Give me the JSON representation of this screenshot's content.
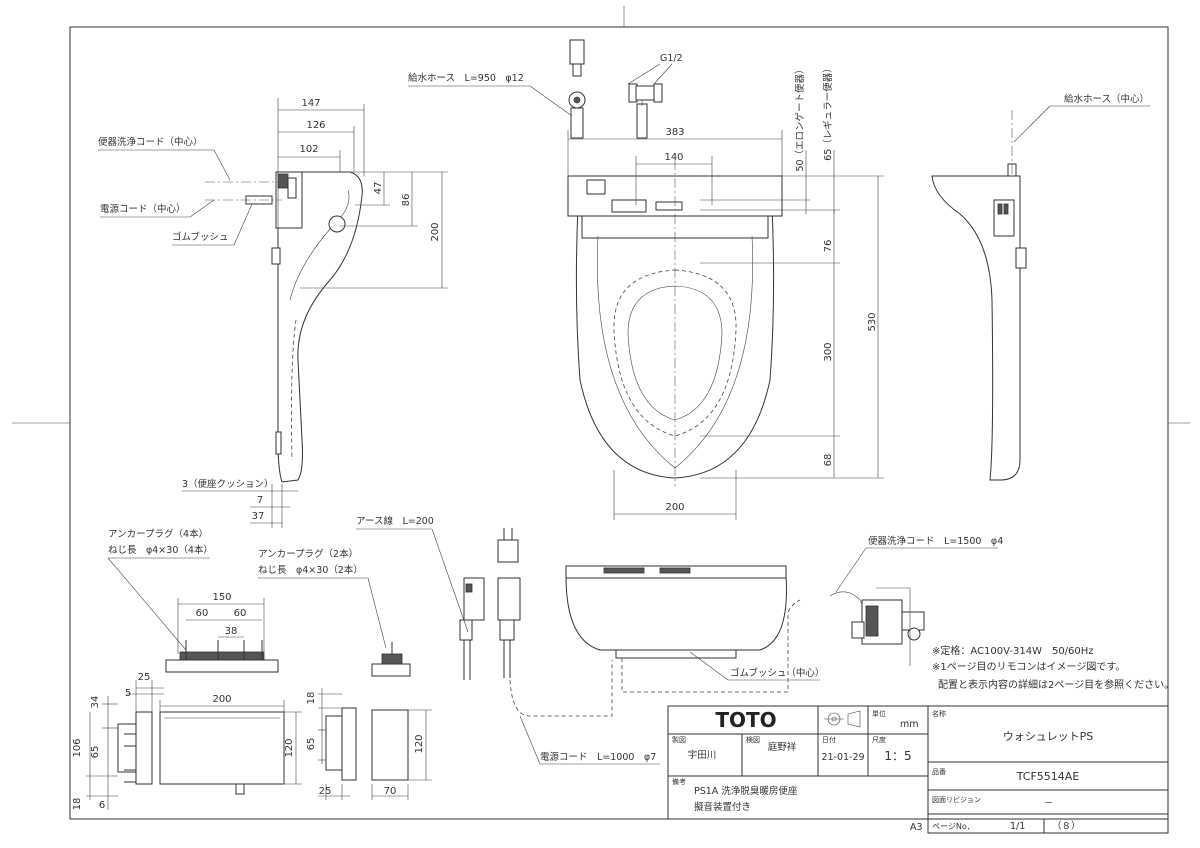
{
  "side_view_left": {
    "dims": {
      "d147": "147",
      "d126": "126",
      "d102": "102",
      "d47": "47",
      "d86": "86",
      "d200": "200",
      "d7": "7",
      "d37": "37"
    },
    "labels": {
      "bowl_cord": "便器洗浄コード（中心）",
      "power_cord": "電源コード（中心）",
      "rubber_bush": "ゴムブッシュ",
      "cushion": "3（便座クッション）"
    }
  },
  "top_view": {
    "dims": {
      "d383": "383",
      "d140": "140",
      "d50": "50（エロンゲート便器）",
      "d65": "65（レギュラー便器）",
      "d76": "76",
      "d530": "530",
      "d300": "300",
      "d68": "68",
      "d200": "200"
    },
    "labels": {
      "supply_hose": "給水ホース　L=950　φ12",
      "g12": "G1/2"
    }
  },
  "side_view_right": {
    "labels": {
      "supply_hose_center": "給水ホース（中心）"
    }
  },
  "anchors": {
    "anchor4_line1": "アンカープラグ（4本）",
    "anchor4_line2": "ねじ長　φ4×30（4本）",
    "anchor2_line1": "アンカープラグ（2本）",
    "anchor2_line2": "ねじ長　φ4×30（2本）",
    "d150": "150",
    "d60a": "60",
    "d60b": "60",
    "d38": "38"
  },
  "lower": {
    "earth": "アース線　L=200",
    "bowl_cord": "便器洗浄コード　L=1500　φ4",
    "rubber_bush_center": "ゴムブッシュ（中心）",
    "power_cord": "電源コード　L=1000　φ7"
  },
  "notes": [
    "※定格：AC100V-314W　50/60Hz",
    "※1ページ目のリモコンはイメージ図です。",
    "配置と表示内容の詳細は2ページ目を参照ください。"
  ],
  "remote_dims": {
    "d25a": "25",
    "d5": "5",
    "d200": "200",
    "d34": "34",
    "d106": "106",
    "d65a": "65",
    "d18a": "18",
    "d6": "6",
    "d120a": "120",
    "d18b": "18",
    "d65b": "65",
    "d25b": "25",
    "d70": "70",
    "d120b": "120"
  },
  "titleblock": {
    "brand": "TOTO",
    "unit_label": "単位",
    "unit": "mm",
    "name_label": "名称",
    "name": "ウォシュレットPS",
    "drawn_label": "製図",
    "drawn": "宇田川",
    "checked_label": "検図",
    "checked": "庭野祥",
    "date_label": "日付",
    "date": "21-01-29",
    "scale_label": "尺度",
    "scale": "1：5",
    "part_label": "品番",
    "part": "TCF5514AE",
    "remarks_label": "備考",
    "remarks1": "PS1A 洗浄脱臭暖房便座",
    "remarks2": "擬音装置付き",
    "revision_label": "図面リビジョン",
    "revision": "－",
    "paper": "A3",
    "page_label": "ページNo．",
    "page": "1/1",
    "page_suffix": "（８）"
  }
}
